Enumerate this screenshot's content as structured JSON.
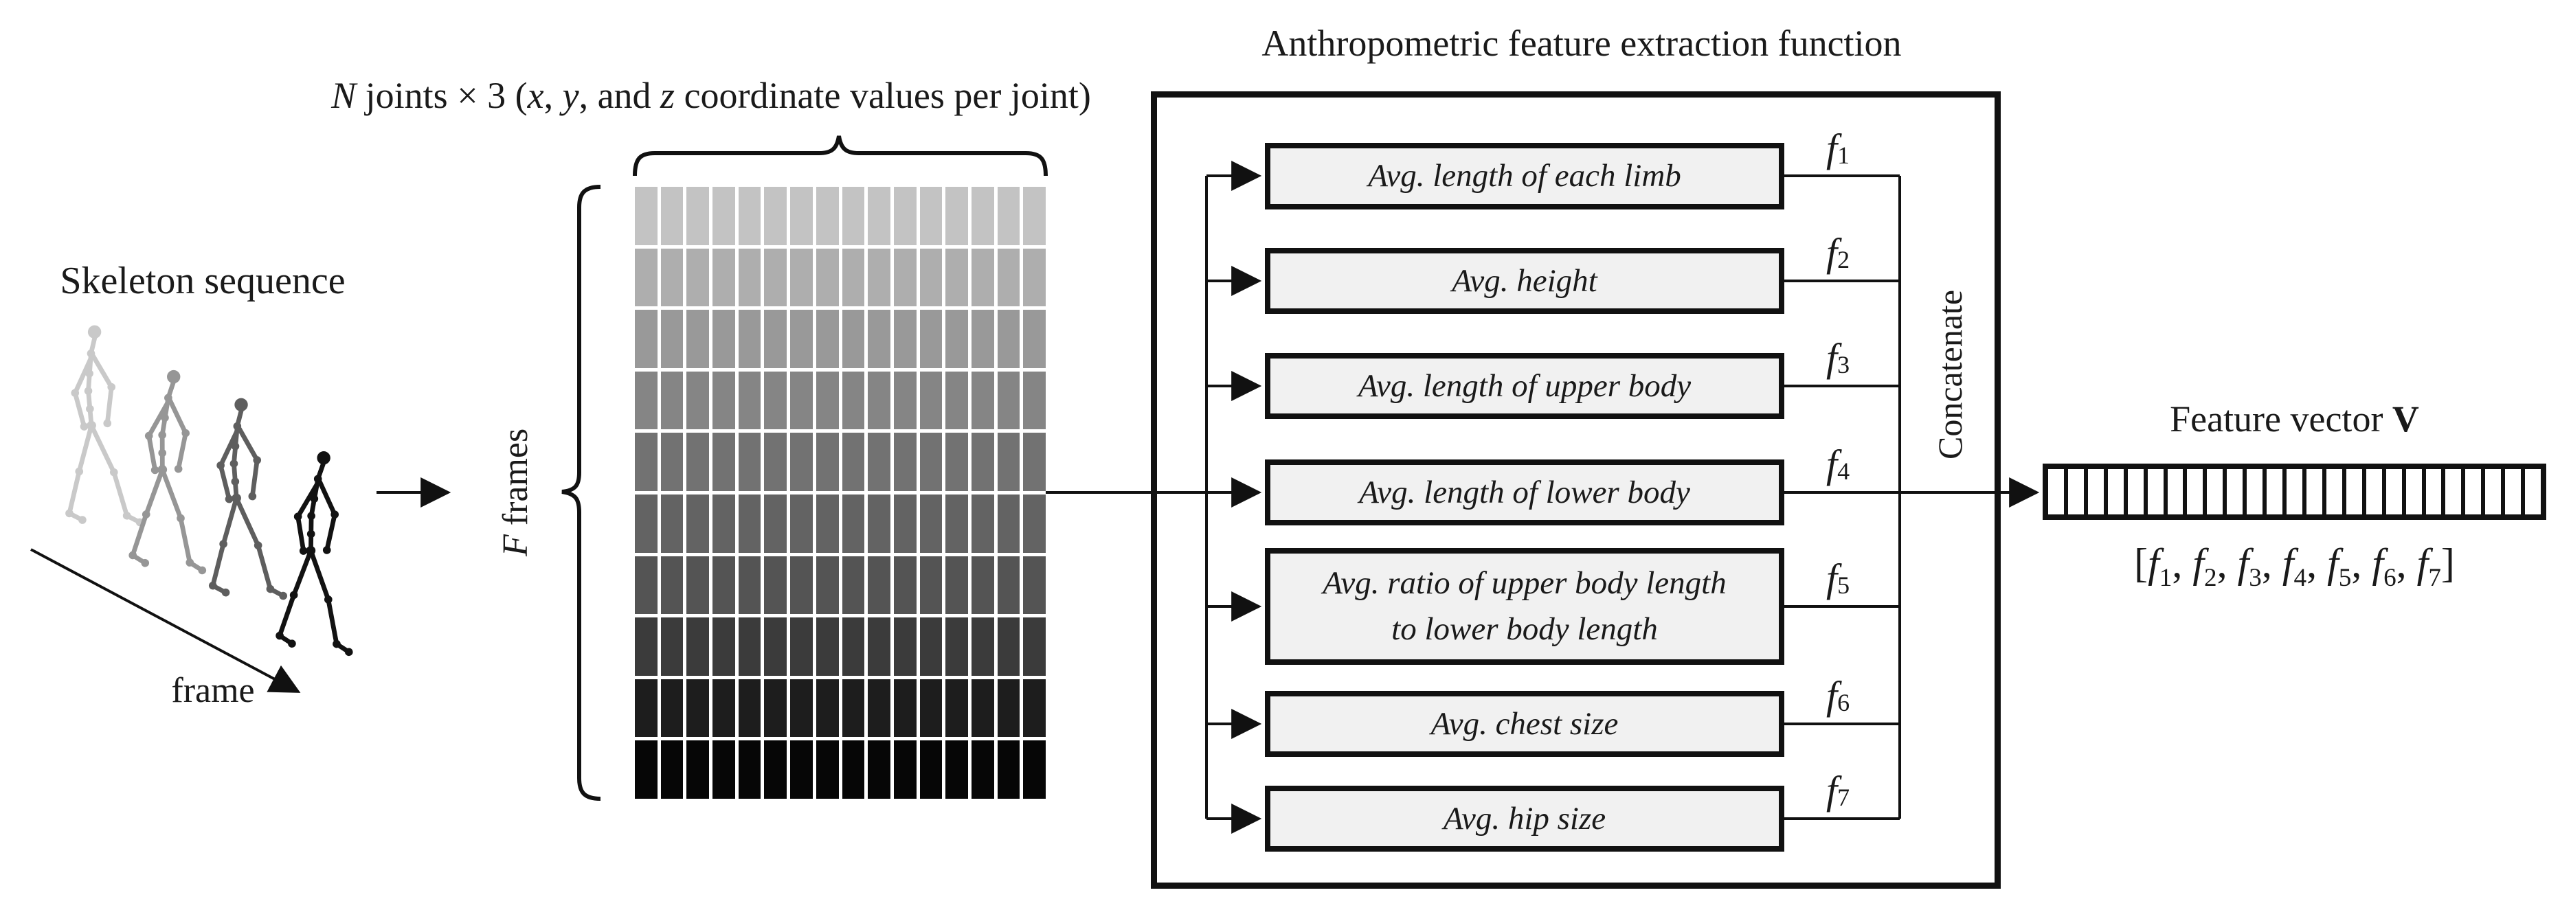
{
  "page": {
    "background": "#ffffff",
    "ink": "#1a1a1a"
  },
  "skeleton_sequence": {
    "title": "Skeleton sequence",
    "frame_axis_label": "frame",
    "figure_colors": [
      "#c9c9c9",
      "#969696",
      "#5e5e5e",
      "#121212"
    ]
  },
  "data_matrix": {
    "columns_label_parts": [
      {
        "t": "N",
        "i": true
      },
      {
        "t": " joints × 3 ("
      },
      {
        "t": "x",
        "i": true
      },
      {
        "t": ", "
      },
      {
        "t": "y",
        "i": true
      },
      {
        "t": ", and "
      },
      {
        "t": "z",
        "i": true
      },
      {
        "t": " coordinate values per joint)"
      }
    ],
    "rows_label_parts": [
      {
        "t": "F",
        "i": true
      },
      {
        "t": " frames"
      }
    ],
    "columns": 16,
    "rows": 10,
    "row_colors": [
      "#c3c3c3",
      "#aeaeae",
      "#999999",
      "#858585",
      "#727272",
      "#636363",
      "#545454",
      "#3b3b3b",
      "#1d1d1d",
      "#060606"
    ]
  },
  "extraction_function": {
    "title": "Anthropometric feature extraction function",
    "box_fill": "#f1f1f1",
    "concatenate_label": "Concatenate",
    "features": [
      {
        "lines": [
          "Avg. length of each limb"
        ],
        "output_symbol": "f",
        "output_sub": "1"
      },
      {
        "lines": [
          "Avg. height"
        ],
        "output_symbol": "f",
        "output_sub": "2"
      },
      {
        "lines": [
          "Avg. length of upper body"
        ],
        "output_symbol": "f",
        "output_sub": "3"
      },
      {
        "lines": [
          "Avg. length of lower body"
        ],
        "output_symbol": "f",
        "output_sub": "4"
      },
      {
        "lines": [
          "Avg. ratio of upper body length",
          "to lower body length"
        ],
        "output_symbol": "f",
        "output_sub": "5"
      },
      {
        "lines": [
          "Avg. chest size"
        ],
        "output_symbol": "f",
        "output_sub": "6"
      },
      {
        "lines": [
          "Avg. hip size"
        ],
        "output_symbol": "f",
        "output_sub": "7"
      }
    ]
  },
  "feature_vector": {
    "title_parts": [
      {
        "t": "Feature vector "
      },
      {
        "t": "V",
        "b": true
      }
    ],
    "cell_count": 25,
    "open_bracket": "[",
    "close_bracket": "]",
    "separator": ", ",
    "elements": [
      {
        "sym": "f",
        "sub": "1"
      },
      {
        "sym": "f",
        "sub": "2"
      },
      {
        "sym": "f",
        "sub": "3"
      },
      {
        "sym": "f",
        "sub": "4"
      },
      {
        "sym": "f",
        "sub": "5"
      },
      {
        "sym": "f",
        "sub": "6"
      },
      {
        "sym": "f",
        "sub": "7"
      }
    ]
  }
}
